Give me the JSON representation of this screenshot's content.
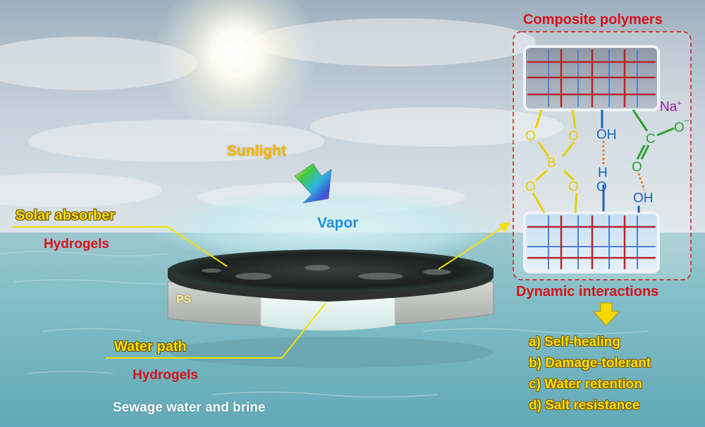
{
  "labels": {
    "composite_polymers": "Composite polymers",
    "sunlight": "Sunlight",
    "vapor": "Vapor",
    "solar_absorber": "Solar absorber",
    "hydrogels_top": "Hydrogels",
    "ps": "PS",
    "water_path": "Water path",
    "hydrogels_bottom": "Hydrogels",
    "sewage": "Sewage water and brine",
    "dynamic_interactions": "Dynamic interactions"
  },
  "properties": [
    "a) Self-healing",
    "b) Damage-tolerant",
    "c) Water retention",
    "d) Salt resistance"
  ],
  "chem": {
    "borate_o": "O",
    "boron": "B",
    "oh": "OH",
    "h": "H",
    "o": "O",
    "c": "C",
    "o_minus": "O",
    "minus": "−",
    "na": "Na",
    "na_charge": "+"
  },
  "colors": {
    "title_red": "#d8121c",
    "label_yellow": "#ffd400",
    "vapor_blue": "#1f8fe0",
    "sewage_white": "#ffffff",
    "borate_yellow": "#e8d000",
    "hydroxyl_blue": "#1a62b8",
    "carboxyl_green": "#2ea02e",
    "sodium_purple": "#9a1a9a"
  }
}
